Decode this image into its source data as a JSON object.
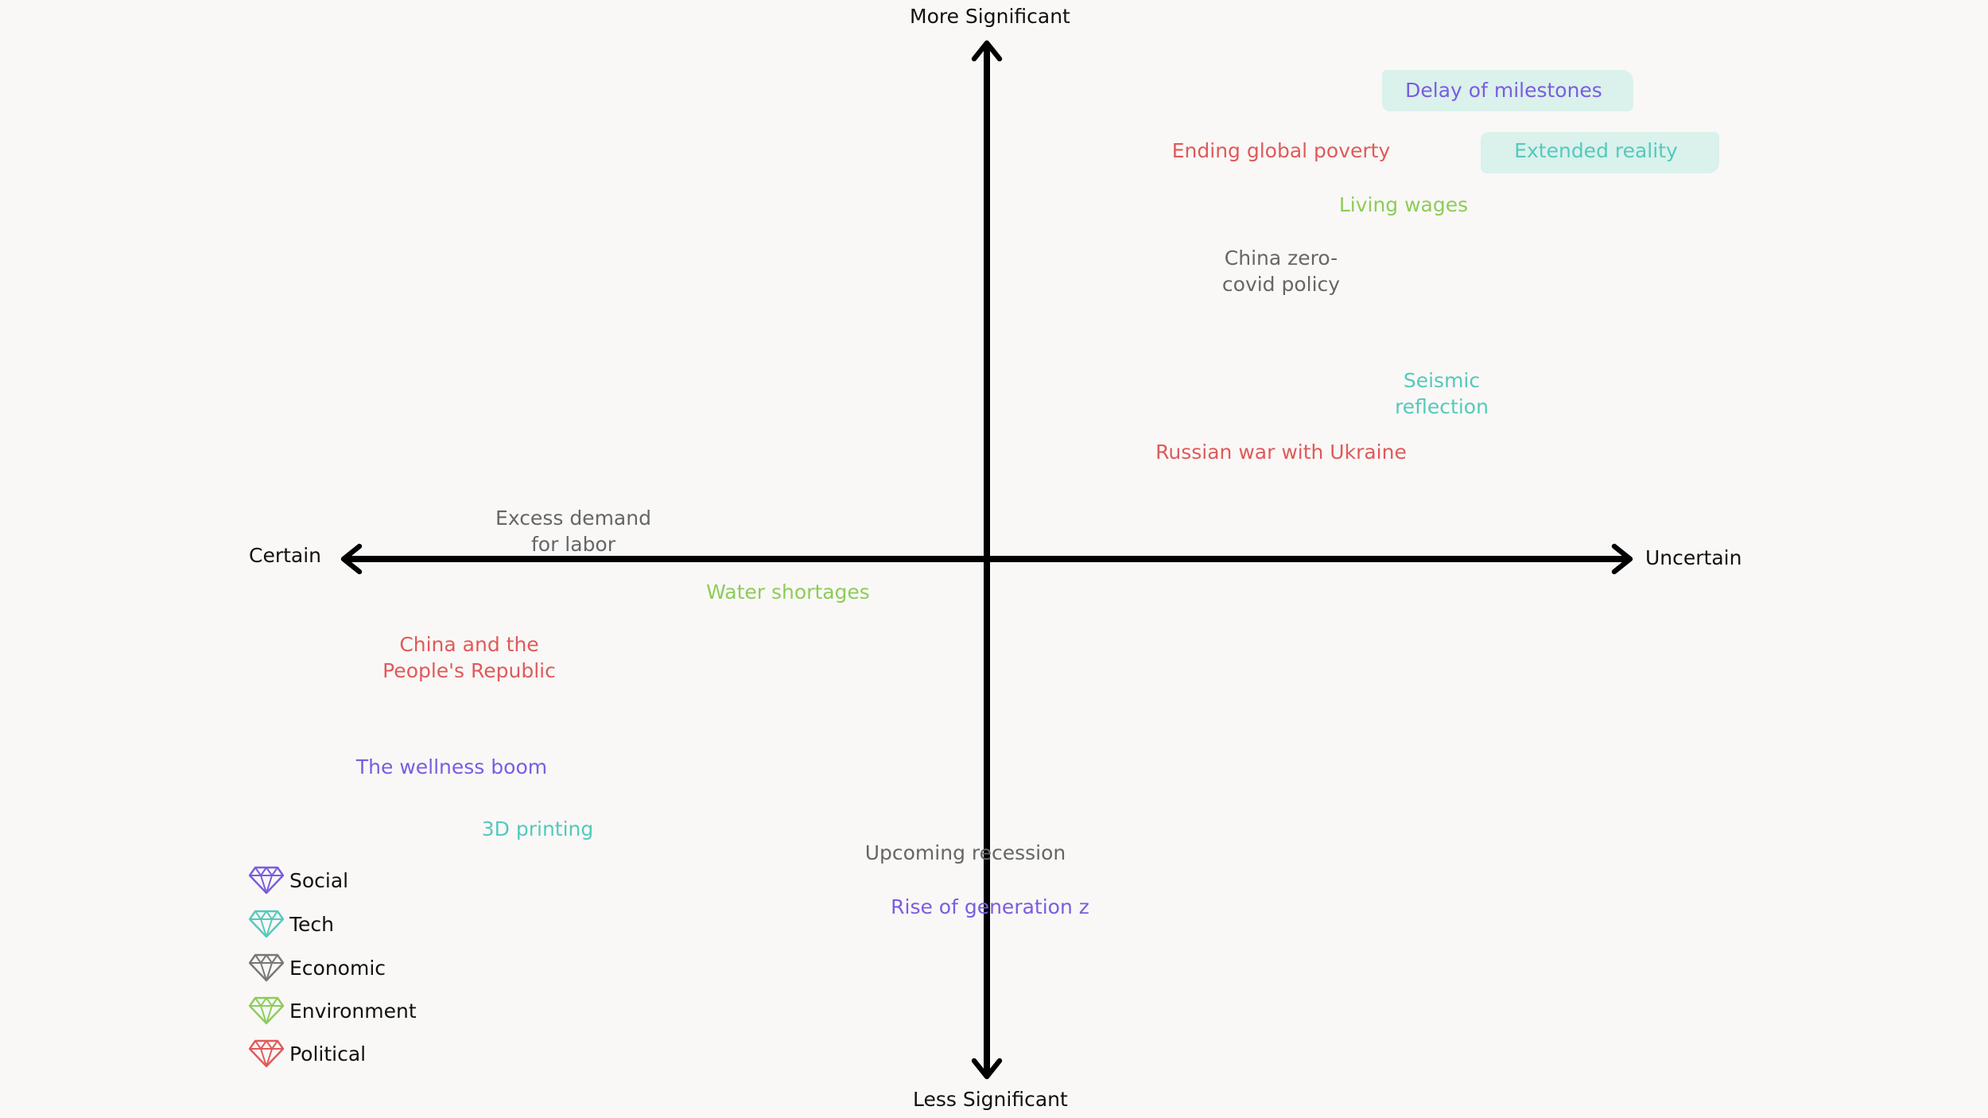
{
  "axes": {
    "top": "More Significant",
    "bottom": "Less Significant",
    "left": "Certain",
    "right": "Uncertain"
  },
  "colors": {
    "social": "#7b5ce0",
    "tech": "#55c9bd",
    "economic": "#777777",
    "environment": "#8dcc5a",
    "political": "#e05a5a",
    "highlight": "#d6efeb"
  },
  "items": {
    "delay_of_milestones": "Delay of milestones",
    "ending_global_poverty": "Ending  global poverty",
    "extended_reality": "Extended reality",
    "living_wages": "Living wages",
    "china_zero_covid_1": "China zero-",
    "china_zero_covid_2": "covid policy",
    "seismic_reflection_1": "Seismic",
    "seismic_reflection_2": "reflection",
    "russian_war": "Russian war with Ukraine",
    "excess_demand_1": "Excess  demand",
    "excess_demand_2": "for labor",
    "water_shortages": "Water shortages",
    "china_prc_1": "China and the",
    "china_prc_2": "People's Republic",
    "wellness_boom": "The wellness boom",
    "printing_3d": "3D printing",
    "upcoming_recession": "Upcoming recession",
    "generation_z": "Rise of generation z"
  },
  "legend": [
    {
      "label": "Social",
      "icon": "diamond-icon",
      "color": "#7b5ce0"
    },
    {
      "label": "Tech",
      "icon": "diamond-icon",
      "color": "#55c9bd"
    },
    {
      "label": "Economic",
      "icon": "diamond-icon",
      "color": "#777777"
    },
    {
      "label": "Environment",
      "icon": "diamond-icon",
      "color": "#8dcc5a"
    },
    {
      "label": "Political",
      "icon": "diamond-icon",
      "color": "#e05a5a"
    }
  ]
}
